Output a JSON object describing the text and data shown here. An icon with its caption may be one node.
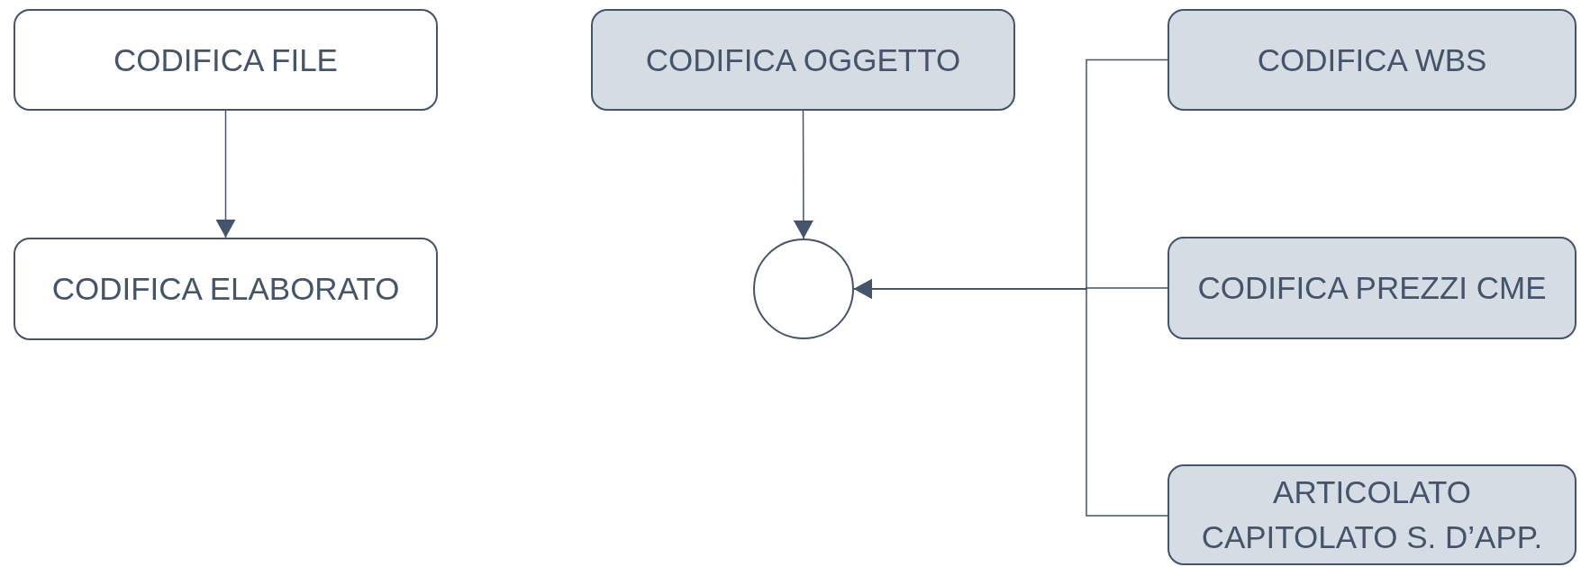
{
  "diagram": {
    "nodes": [
      {
        "text": [
          "CODIFICA FILE"
        ]
      },
      {
        "text": [
          "CODIFICA ELABORATO"
        ]
      },
      {
        "text": [
          "CODIFICA OGGETTO"
        ]
      },
      {
        "text": [],
        "shape": "circle"
      },
      {
        "text": [
          "CODIFICA WBS"
        ]
      },
      {
        "text": [
          "CODIFICA PREZZI CME"
        ]
      },
      {
        "text": [
          "ARTICOLATO CAPITOLATO S. D’APP."
        ]
      }
    ],
    "edges": [
      {
        "from": 0,
        "to": 1,
        "arrow": "to"
      },
      {
        "from": 2,
        "to": 3,
        "arrow": "to"
      },
      {
        "from": 4,
        "to": 3,
        "arrow": "to"
      },
      {
        "from": 5,
        "to": 3,
        "arrow": "to"
      },
      {
        "from": 6,
        "to": 3,
        "arrow": "to"
      }
    ]
  }
}
